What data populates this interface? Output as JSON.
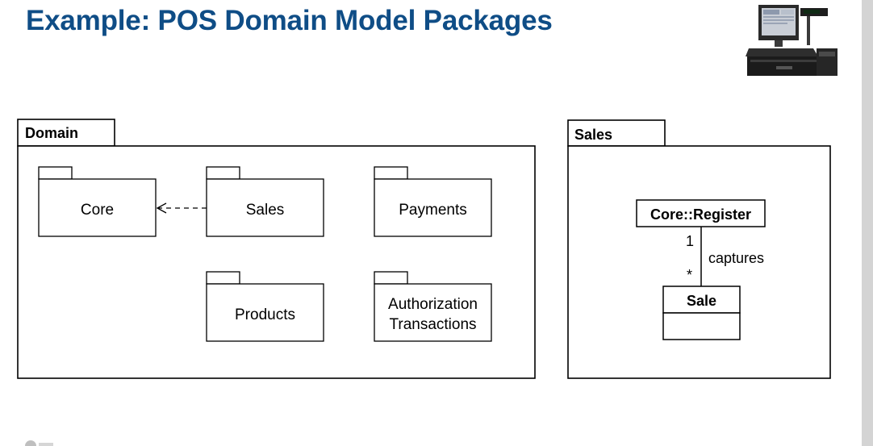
{
  "slide": {
    "title": "Example: POS Domain Model Packages"
  },
  "colors": {
    "title": "#0f4d86",
    "line": "#000000",
    "side_bar": "#d4d4d4"
  },
  "diagram": {
    "domain_package": {
      "name": "Domain",
      "subpackages": {
        "core": "Core",
        "sales": "Sales",
        "payments": "Payments",
        "products": "Products",
        "authorization_line1": "Authorization",
        "authorization_line2": "Transactions"
      },
      "dependency": {
        "from": "Sales",
        "to": "Core",
        "style": "dashed-open-arrow"
      }
    },
    "sales_package": {
      "name": "Sales",
      "classes": {
        "register": "Core::Register",
        "sale": "Sale"
      },
      "association": {
        "label": "captures",
        "register_multiplicity": "1",
        "sale_multiplicity": "*"
      }
    }
  },
  "images": {
    "pos_terminal": "pos-terminal-photo",
    "footer_logo": "university-logo"
  }
}
